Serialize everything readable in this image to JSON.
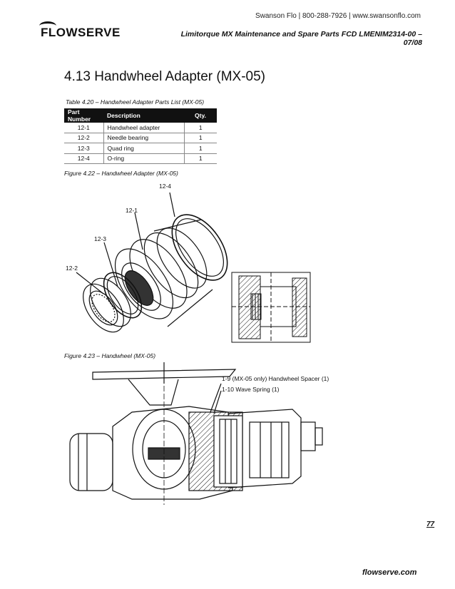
{
  "header": {
    "contact": "Swanson Flo | 800-288-7926 | www.swansonflo.com",
    "logo": "FLOWSERVE",
    "doc_title": "Limitorque MX Maintenance and Spare Parts   FCD LMENIM2314-00 – 07/08"
  },
  "section_title": "4.13  Handwheel Adapter (MX-05)",
  "table": {
    "caption": "Table 4.20 – Handwheel Adapter Parts List (MX-05)",
    "headers": [
      "Part Number",
      "Description",
      "Qty."
    ],
    "rows": [
      [
        "12-1",
        "Handwheel adapter",
        "1"
      ],
      [
        "12-2",
        "Needle bearing",
        "1"
      ],
      [
        "12-3",
        "Quad ring",
        "1"
      ],
      [
        "12-4",
        "O-ring",
        "1"
      ]
    ]
  },
  "figure1": {
    "caption": "Figure 4.22 – Handwheel Adapter (MX-05)",
    "callouts": [
      "12-4",
      "12-1",
      "12-3",
      "12-2"
    ]
  },
  "figure2": {
    "caption": "Figure 4.23 – Handwheel (MX-05)",
    "callouts": [
      "1-9 (MX-05 only) Handwheel Spacer (1)",
      "1-10 Wave Spring (1)"
    ]
  },
  "page_number": "77",
  "footer": "flowserve.com"
}
